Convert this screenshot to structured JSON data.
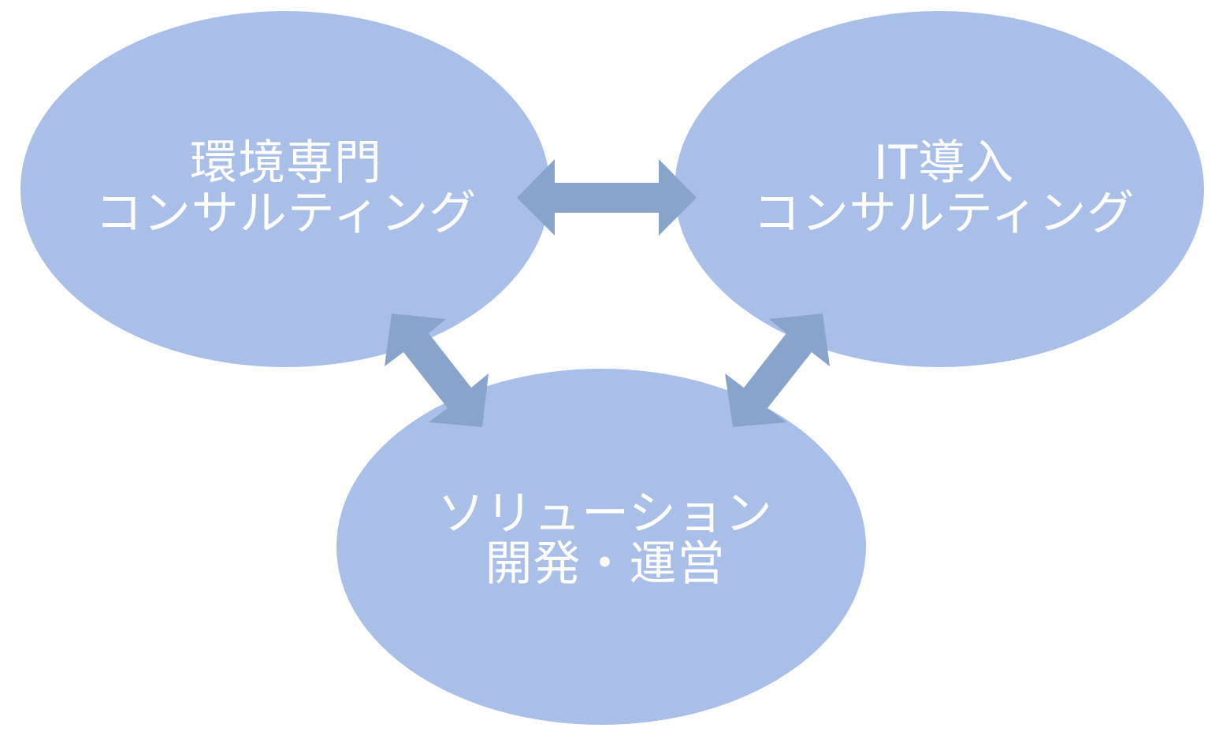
{
  "colors": {
    "node_fill": "#aabfe8",
    "arrow_fill": "#89a4ca",
    "label_text": "#ffffff",
    "background": "#ffffff"
  },
  "nodes": {
    "environment": {
      "line1": "環境専門",
      "line2": "コンサルティング"
    },
    "it": {
      "line1": "IT導入",
      "line2": "コンサルティング"
    },
    "solution": {
      "line1": "ソリューション",
      "line2": "開発・運営"
    }
  },
  "connections": [
    {
      "from": "environment",
      "to": "it",
      "type": "double-arrow"
    },
    {
      "from": "environment",
      "to": "solution",
      "type": "double-arrow"
    },
    {
      "from": "it",
      "to": "solution",
      "type": "double-arrow"
    }
  ]
}
